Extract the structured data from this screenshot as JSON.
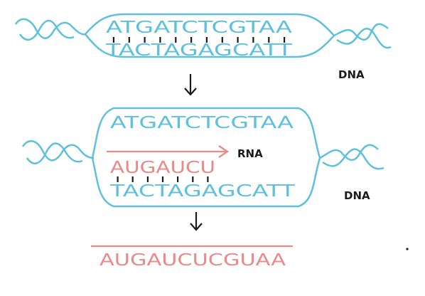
{
  "labels": {
    "dna_top": "DNA",
    "dna_bottom": "DNA",
    "rna": "RNA"
  },
  "step1": {
    "coding_strand": "ATGATCTCGTAA",
    "template_strand": "TACTAGAGCATT"
  },
  "step2": {
    "coding_strand": "ATGATCTCGTAA",
    "rna_strand": "AUGAUCU",
    "template_strand": "TACTAGAGCATT"
  },
  "result": {
    "mrna": "AUGAUCUCGUAA"
  },
  "colors": {
    "dna": "#5fc0de",
    "rna": "#e98a86",
    "ink": "#1b1b1b"
  }
}
